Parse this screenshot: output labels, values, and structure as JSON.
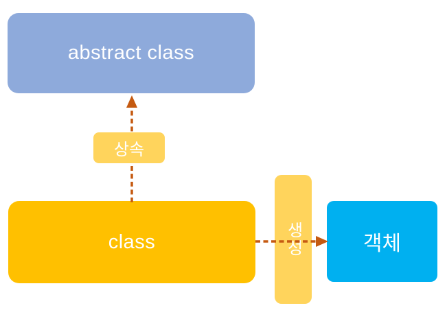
{
  "diagram": {
    "title": "class inheritance and object creation diagram",
    "background_color": "#FFFFFF",
    "nodes": {
      "abstract_class": {
        "label": "abstract class",
        "fill": "#8EAADB",
        "text_color": "#FFFFFF"
      },
      "class": {
        "label": "class",
        "fill": "#FFC000",
        "text_color": "#FFFFFF"
      },
      "object": {
        "label": "객체",
        "fill": "#00B0F0",
        "text_color": "#FFFFFF"
      }
    },
    "edge_labels": {
      "inheritance": {
        "label": "상속",
        "fill": "#FFD45C",
        "text_color": "#FFFFFF",
        "orientation": "horizontal"
      },
      "creation": {
        "label": "생성",
        "fill": "#FFD45C",
        "text_color": "#FFFFFF",
        "orientation": "vertical"
      }
    },
    "arrows": {
      "color": "#C55A11",
      "style": "dashed",
      "inheritance_arrow": {
        "from": "class",
        "to": "abstract_class",
        "direction": "up"
      },
      "creation_arrow": {
        "from": "class",
        "to": "object",
        "direction": "right"
      }
    }
  }
}
